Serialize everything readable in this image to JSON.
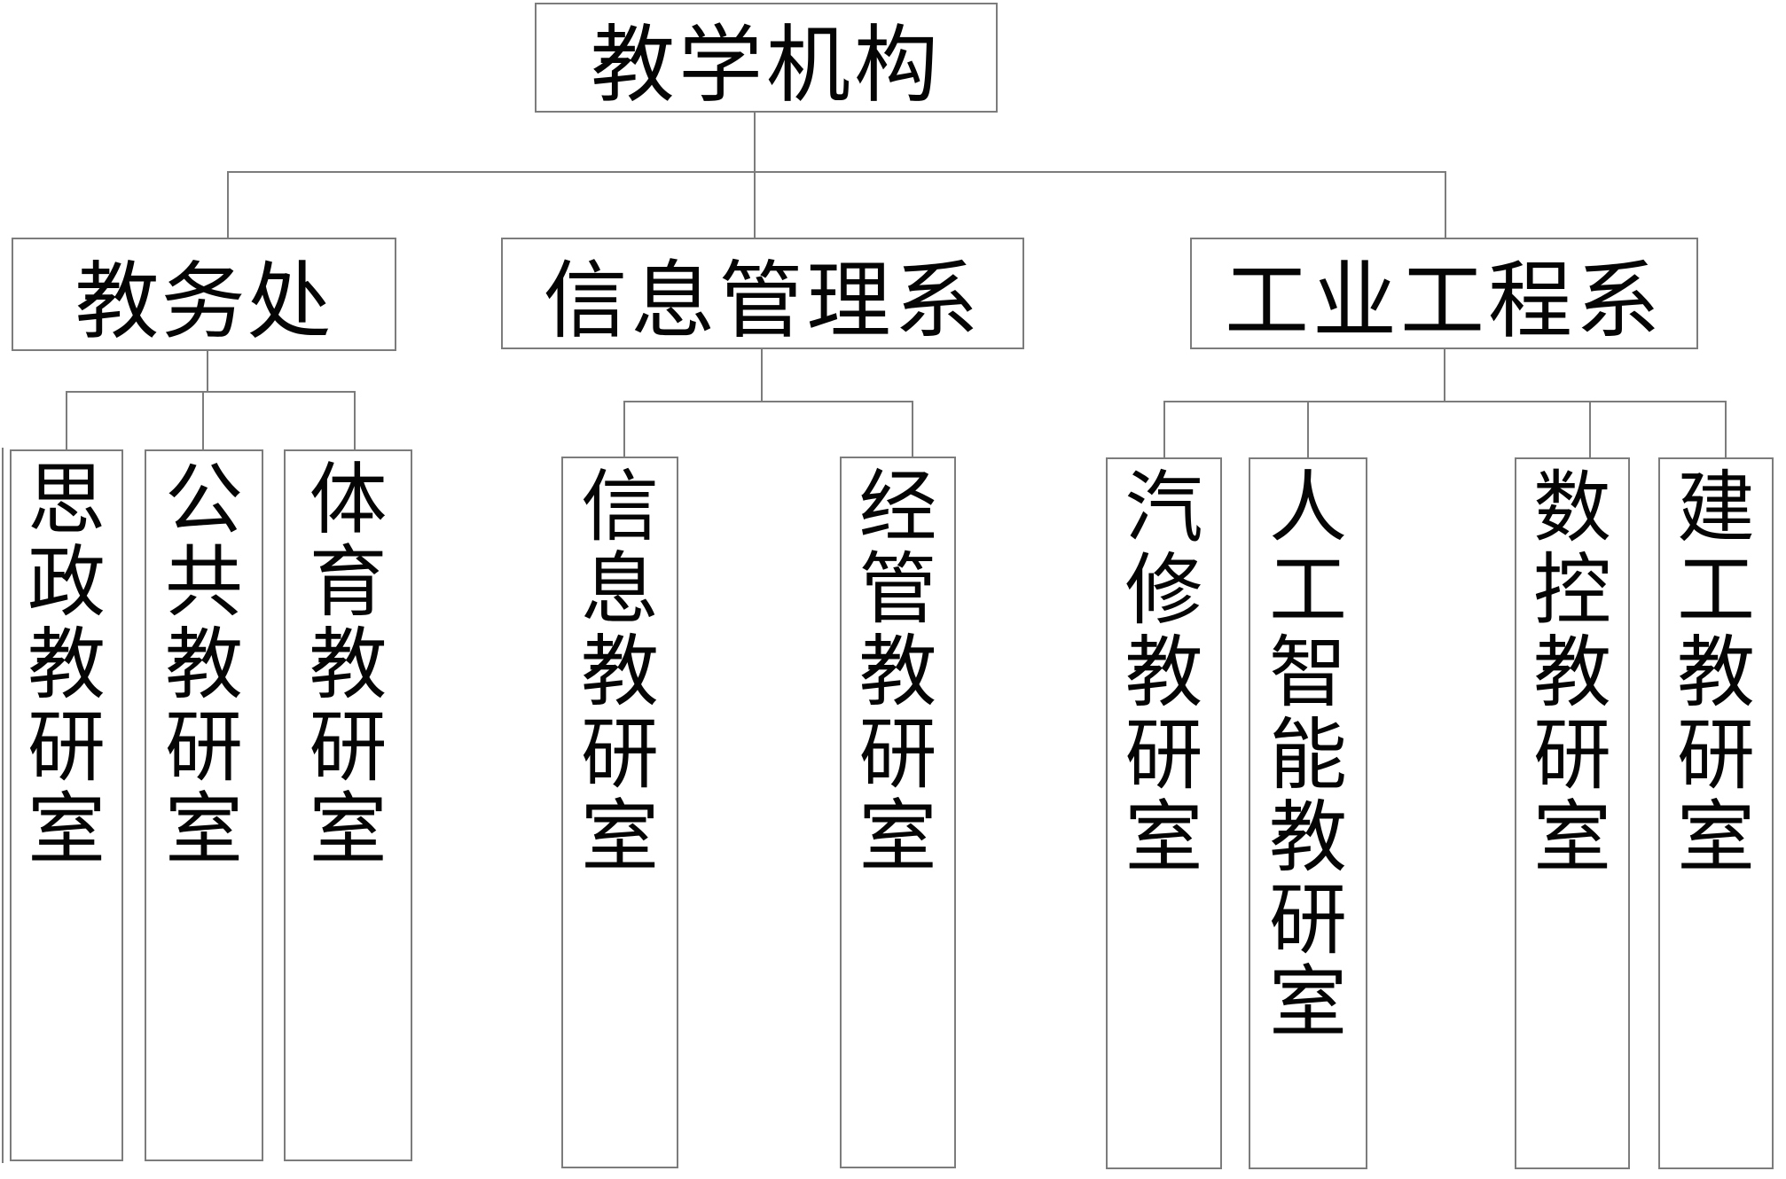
{
  "page": {
    "background_color": "#ffffff",
    "line_color": "#7c7c7c",
    "text_color": "#050505"
  },
  "org_chart": {
    "root": {
      "label": "教学机构"
    },
    "departments": [
      {
        "label": "教务处",
        "offices": [
          {
            "label": "思政教研室"
          },
          {
            "label": "公共教研室"
          },
          {
            "label": "体育教研室"
          }
        ]
      },
      {
        "label": "信息管理系",
        "offices": [
          {
            "label": "信息教研室"
          },
          {
            "label": "经管教研室"
          }
        ]
      },
      {
        "label": "工业工程系",
        "offices": [
          {
            "label": "汽修教研室"
          },
          {
            "label": "人工智能教研室"
          },
          {
            "label": "数控教研室"
          },
          {
            "label": "建工教研室"
          }
        ]
      }
    ]
  }
}
